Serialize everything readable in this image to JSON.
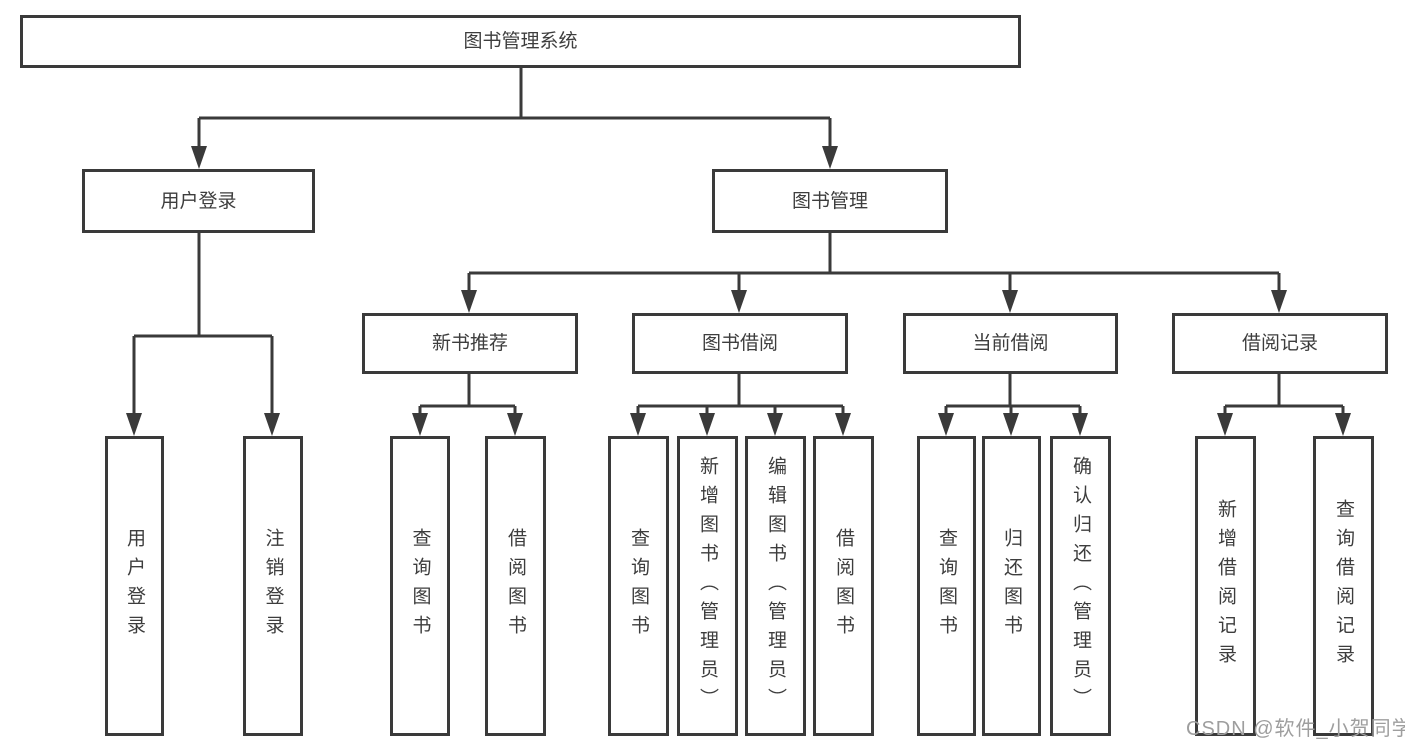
{
  "diagram": {
    "root": {
      "label": "图书管理系统"
    },
    "branches": [
      {
        "label": "用户登录",
        "children": [
          {
            "label": "用户登录"
          },
          {
            "label": "注销登录"
          }
        ]
      },
      {
        "label": "图书管理",
        "children": [
          {
            "label": "新书推荐",
            "children": [
              {
                "label": "查询图书"
              },
              {
                "label": "借阅图书"
              }
            ]
          },
          {
            "label": "图书借阅",
            "children": [
              {
                "label": "查询图书"
              },
              {
                "label": "新增图书（管理员）"
              },
              {
                "label": "编辑图书（管理员）"
              },
              {
                "label": "借阅图书"
              }
            ]
          },
          {
            "label": "当前借阅",
            "children": [
              {
                "label": "查询图书"
              },
              {
                "label": "归还图书"
              },
              {
                "label": "确认归还（管理员）"
              }
            ]
          },
          {
            "label": "借阅记录",
            "children": [
              {
                "label": "新增借阅记录"
              },
              {
                "label": "查询借阅记录"
              }
            ]
          }
        ]
      }
    ]
  },
  "watermark": {
    "text": "CSDN @软件_小贺同学"
  },
  "colors": {
    "line": "#3a3a3a",
    "text": "#3d3d3d",
    "background": "#ffffff",
    "watermark": "#9e9e9e"
  }
}
